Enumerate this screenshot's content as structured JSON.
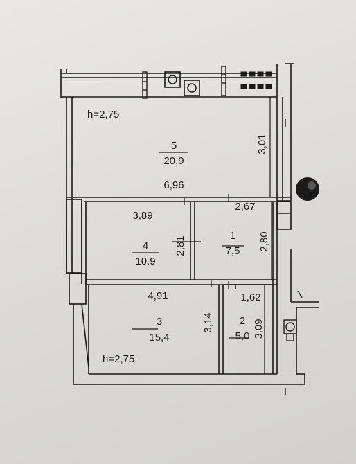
{
  "heights": {
    "top": "h=2,75",
    "bottom": "h=2,75"
  },
  "rooms": [
    {
      "id": "5",
      "number": "5",
      "area": "20,9"
    },
    {
      "id": "4",
      "number": "4",
      "area": "10.9"
    },
    {
      "id": "1",
      "number": "1",
      "area": "7,5"
    },
    {
      "id": "3",
      "number": "3",
      "area": "15,4"
    },
    {
      "id": "2",
      "number": "2",
      "area": "5,0"
    }
  ],
  "dimensions": {
    "room5_width": "6,96",
    "room5_height": "3,01",
    "room4_width": "3,89",
    "room4_height": "2,81",
    "room1_width": "2,67",
    "room1_height": "2,80",
    "room3_width": "4,91",
    "room3_height": "3,14",
    "room2_width": "1,62",
    "room2_height": "3,09"
  },
  "fixtures": {
    "hob_burners": 8,
    "sinks": 2,
    "service_icon": "socket-icon",
    "riser_icon": "circle-riser-icon"
  }
}
